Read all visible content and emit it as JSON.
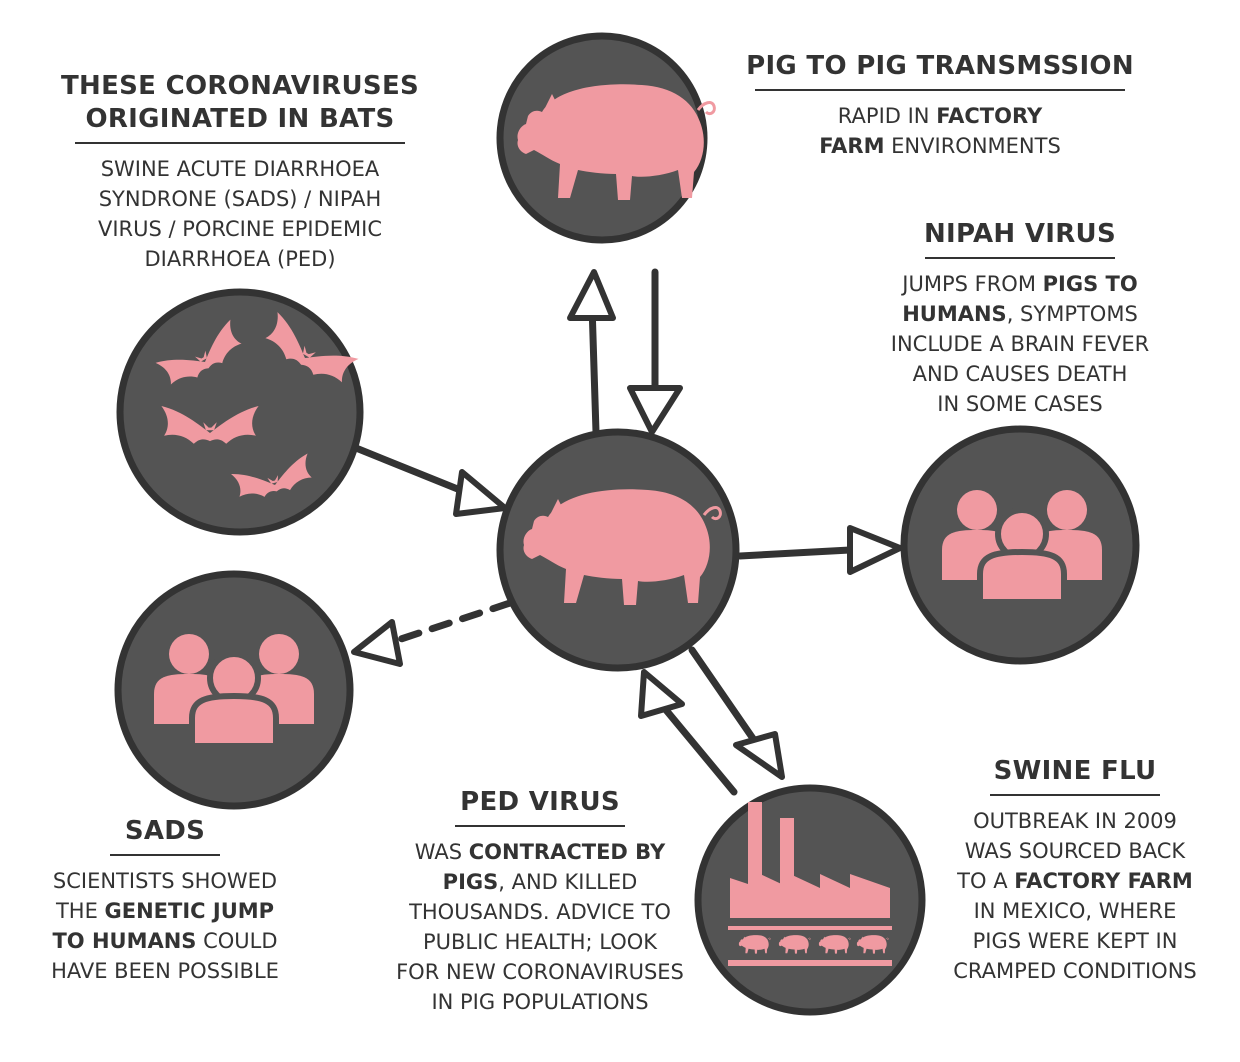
{
  "colors": {
    "node_fill": "#545454",
    "node_stroke": "#333333",
    "icon_fill": "#f09aa1",
    "text": "#333333",
    "background": "#ffffff"
  },
  "blocks": {
    "bats": {
      "title_line1": "THESE CORONAVIRUSES",
      "title_line2": "ORIGINATED IN BATS",
      "body": [
        "SWINE ACUTE DIARRHOEA",
        "SYNDRONE (SADS) / NIPAH",
        "VIRUS / PORCINE EPIDEMIC",
        "DIARRHOEA (PED)"
      ]
    },
    "pig_to_pig": {
      "title": "PIG TO PIG TRANSMSSION",
      "body1_plain": "RAPID IN ",
      "body1_bold": "FACTORY",
      "body2_bold": "FARM",
      "body2_plain": " ENVIRONMENTS"
    },
    "nipah": {
      "title": "NIPAH VIRUS",
      "l1_plain": "JUMPS FROM ",
      "l1_bold": "PIGS TO",
      "l2_bold": "HUMANS",
      "l2_plain": ", SYMPTOMS",
      "l3": "INCLUDE A BRAIN FEVER",
      "l4": "AND CAUSES DEATH",
      "l5": "IN SOME CASES"
    },
    "swine_flu": {
      "title": "SWINE FLU",
      "l1": "OUTBREAK IN 2009",
      "l2": "WAS SOURCED BACK",
      "l3_plain": "TO A ",
      "l3_bold": "FACTORY FARM",
      "l4": "IN MEXICO, WHERE",
      "l5": "PIGS WERE KEPT IN",
      "l6": "CRAMPED CONDITIONS"
    },
    "ped": {
      "title": "PED VIRUS",
      "l1_plain": "WAS ",
      "l1_bold": "CONTRACTED BY",
      "l2_bold": "PIGS",
      "l2_plain": ", AND KILLED",
      "l3": "THOUSANDS. ADVICE TO",
      "l4": "PUBLIC HEALTH; LOOK",
      "l5": "FOR NEW CORONAVIRUSES",
      "l6": "IN PIG POPULATIONS"
    },
    "sads": {
      "title": "SADS",
      "l1": "SCIENTISTS SHOWED",
      "l2_plain": "THE ",
      "l2_bold": "GENETIC JUMP",
      "l3_bold": "TO HUMANS",
      "l3_plain": " COULD",
      "l4": "HAVE BEEN POSSIBLE"
    }
  },
  "nodes": [
    {
      "id": "bats",
      "icon": "bats-icon"
    },
    {
      "id": "pig-top",
      "icon": "pig-icon"
    },
    {
      "id": "pig-center",
      "icon": "pig-icon"
    },
    {
      "id": "humans-right",
      "icon": "people-icon"
    },
    {
      "id": "humans-left",
      "icon": "people-icon"
    },
    {
      "id": "factory",
      "icon": "factory-farm-icon"
    }
  ]
}
